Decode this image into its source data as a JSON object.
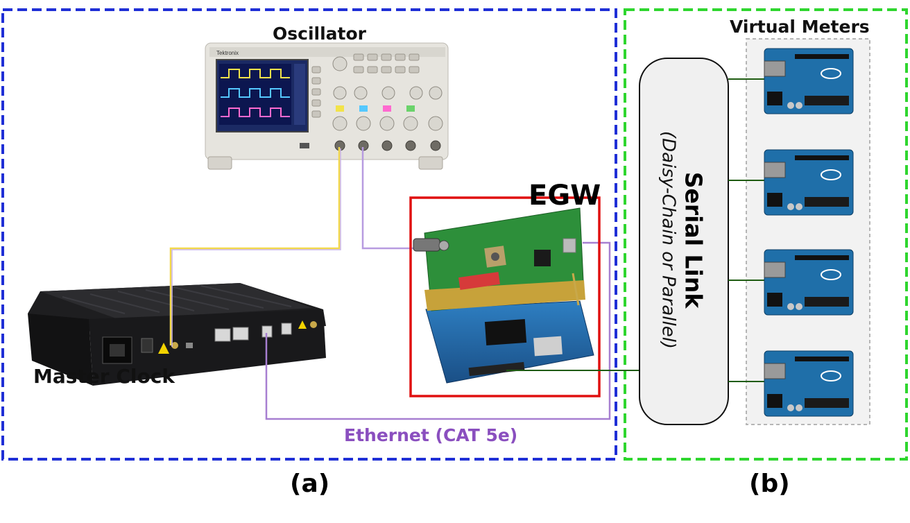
{
  "labels": {
    "oscillator": "Oscillator",
    "virtual_meters": "Virtual Meters",
    "egw": "EGW",
    "master_clock": "Master Clock",
    "ethernet": "Ethernet (CAT 5e)",
    "serial_link": "Serial Link",
    "serial_link_sub": "(Daisy-Chain or Parallel)",
    "caption_a": "(a)",
    "caption_b": "(b)"
  },
  "colors": {
    "panel_a_border": "#1f2fd6",
    "panel_b_border": "#2fd62f",
    "egw_box": "#e01010",
    "ethernet": "#a77fd1",
    "osc_cable_yellow": "#f2d84a",
    "osc_cable_purple": "#b79be0",
    "serial_line": "#6ed64a"
  },
  "meters": [
    "arduino-uno-1",
    "arduino-uno-2",
    "arduino-uno-3",
    "arduino-uno-4"
  ]
}
